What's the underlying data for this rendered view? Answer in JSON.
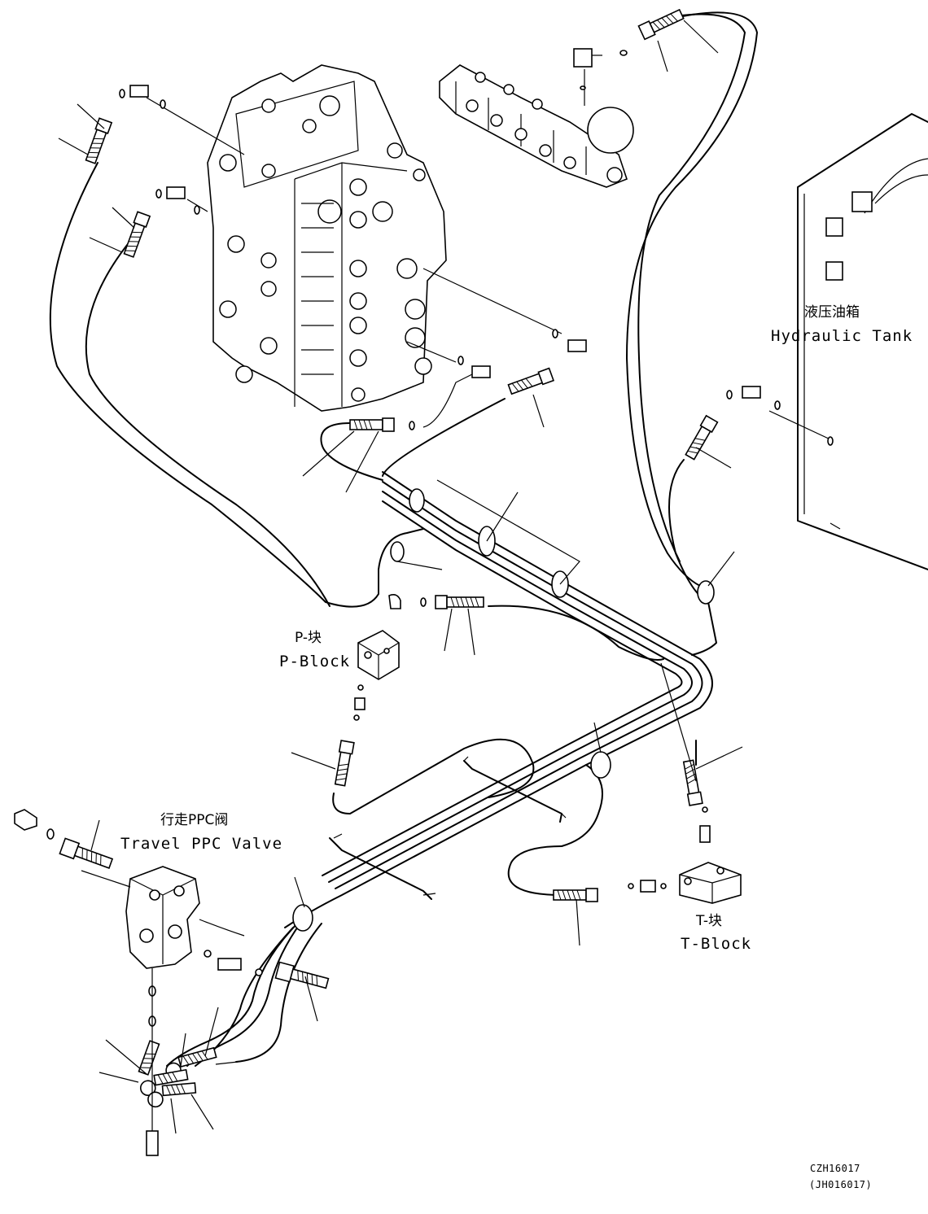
{
  "labels": {
    "hydraulic_tank_cn": "液压油箱",
    "hydraulic_tank_en": "Hydraulic Tank",
    "p_block_cn": "P-块",
    "p_block_en": "P-Block",
    "travel_ppc_cn": "行走PPC阀",
    "travel_ppc_en": "Travel PPC Valve",
    "t_block_cn": "T-块",
    "t_block_en": "T-Block"
  },
  "drawing_codes": {
    "primary": "CZH16017",
    "secondary": "(JH016017)"
  }
}
